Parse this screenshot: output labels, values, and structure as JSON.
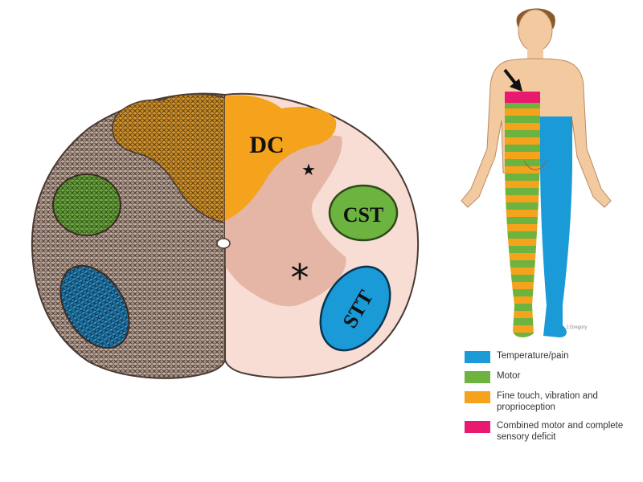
{
  "spinal_cord": {
    "labels": {
      "dorsal_column": "DC",
      "corticospinal_tract": "CST",
      "spinothalamic_tract": "STT"
    },
    "markers": {
      "star": "★",
      "asterisk": "*"
    }
  },
  "body_figure": {
    "credit": "J.Gregory"
  },
  "legend": {
    "items": [
      {
        "label": "Temperature/pain",
        "color": "#1a9ad6"
      },
      {
        "label": "Motor",
        "color": "#6cb33f"
      },
      {
        "label": "Fine touch, vibration and proprioception",
        "color": "#f5a21c"
      },
      {
        "label": "Combined motor and complete sensory deficit",
        "color": "#e8196e"
      }
    ]
  },
  "colors": {
    "dorsal_column": "#f5a21c",
    "corticospinal_tract": "#6cb33f",
    "spinothalamic_tract": "#1a9ad6",
    "lesion_hatch": "#8a7466",
    "gray_matter": "#e5b6a6",
    "white_matter": "#f7ddd3",
    "skin": "#f3c99f"
  }
}
